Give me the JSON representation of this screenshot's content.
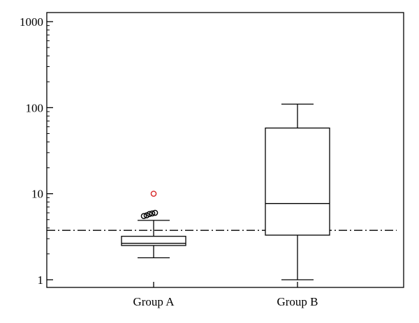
{
  "chart_data": {
    "type": "box",
    "yscale": "log",
    "ylim": [
      0.8,
      1250
    ],
    "yticks": [
      {
        "value": 1,
        "label": "1"
      },
      {
        "value": 10,
        "label": "10"
      },
      {
        "value": 100,
        "label": "100"
      },
      {
        "value": 1000,
        "label": "1000"
      }
    ],
    "categories": [
      "Group A",
      "Group B"
    ],
    "boxes": [
      {
        "category": "Group A",
        "whisker_low": 1.8,
        "q1": 2.5,
        "median": 2.65,
        "q3": 3.2,
        "whisker_high": 4.9,
        "outliers": [
          {
            "value": 5.5,
            "kind": "outside"
          },
          {
            "value": 5.6,
            "kind": "outside"
          },
          {
            "value": 5.8,
            "kind": "outside"
          },
          {
            "value": 5.9,
            "kind": "outside"
          },
          {
            "value": 6.0,
            "kind": "outside"
          },
          {
            "value": 10,
            "kind": "far"
          }
        ]
      },
      {
        "category": "Group B",
        "whisker_low": 1.0,
        "q1": 3.3,
        "median": 7.7,
        "q3": 58,
        "whisker_high": 110,
        "outliers": []
      }
    ],
    "reference_line": {
      "value": 3.75,
      "style": "dash-dot"
    },
    "grid": false,
    "colors": {
      "axis": "#000000",
      "box": "#000000",
      "outlier": "#000000",
      "far_outlier": "#d62728"
    }
  }
}
